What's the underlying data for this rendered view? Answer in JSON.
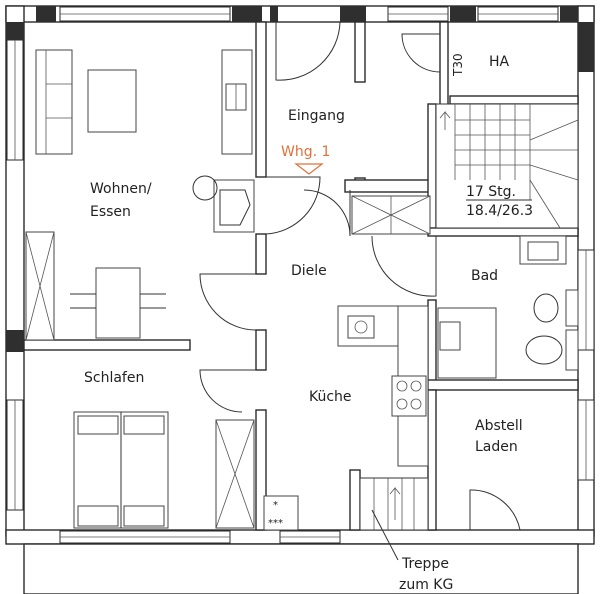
{
  "plan": {
    "rooms": {
      "eingang": "Eingang",
      "ha": "HA",
      "t30": "T30",
      "wohnen_line1": "Wohnen/",
      "wohnen_line2": "Essen",
      "diele": "Diele",
      "bad": "Bad",
      "schlafen": "Schlafen",
      "kueche": "Küche",
      "abstell_line1": "Abstell",
      "abstell_line2": "Laden"
    },
    "apartment_marker": "Whg. 1",
    "stairs": {
      "steps_label": "17 Stg.",
      "dimension_label": "18.4/26.3"
    },
    "basement_stairs": {
      "line1": "Treppe",
      "line2": "zum KG"
    },
    "colors": {
      "walls": "#2a2a2a",
      "marker": "#e0703a",
      "paper": "#ffffff"
    }
  }
}
